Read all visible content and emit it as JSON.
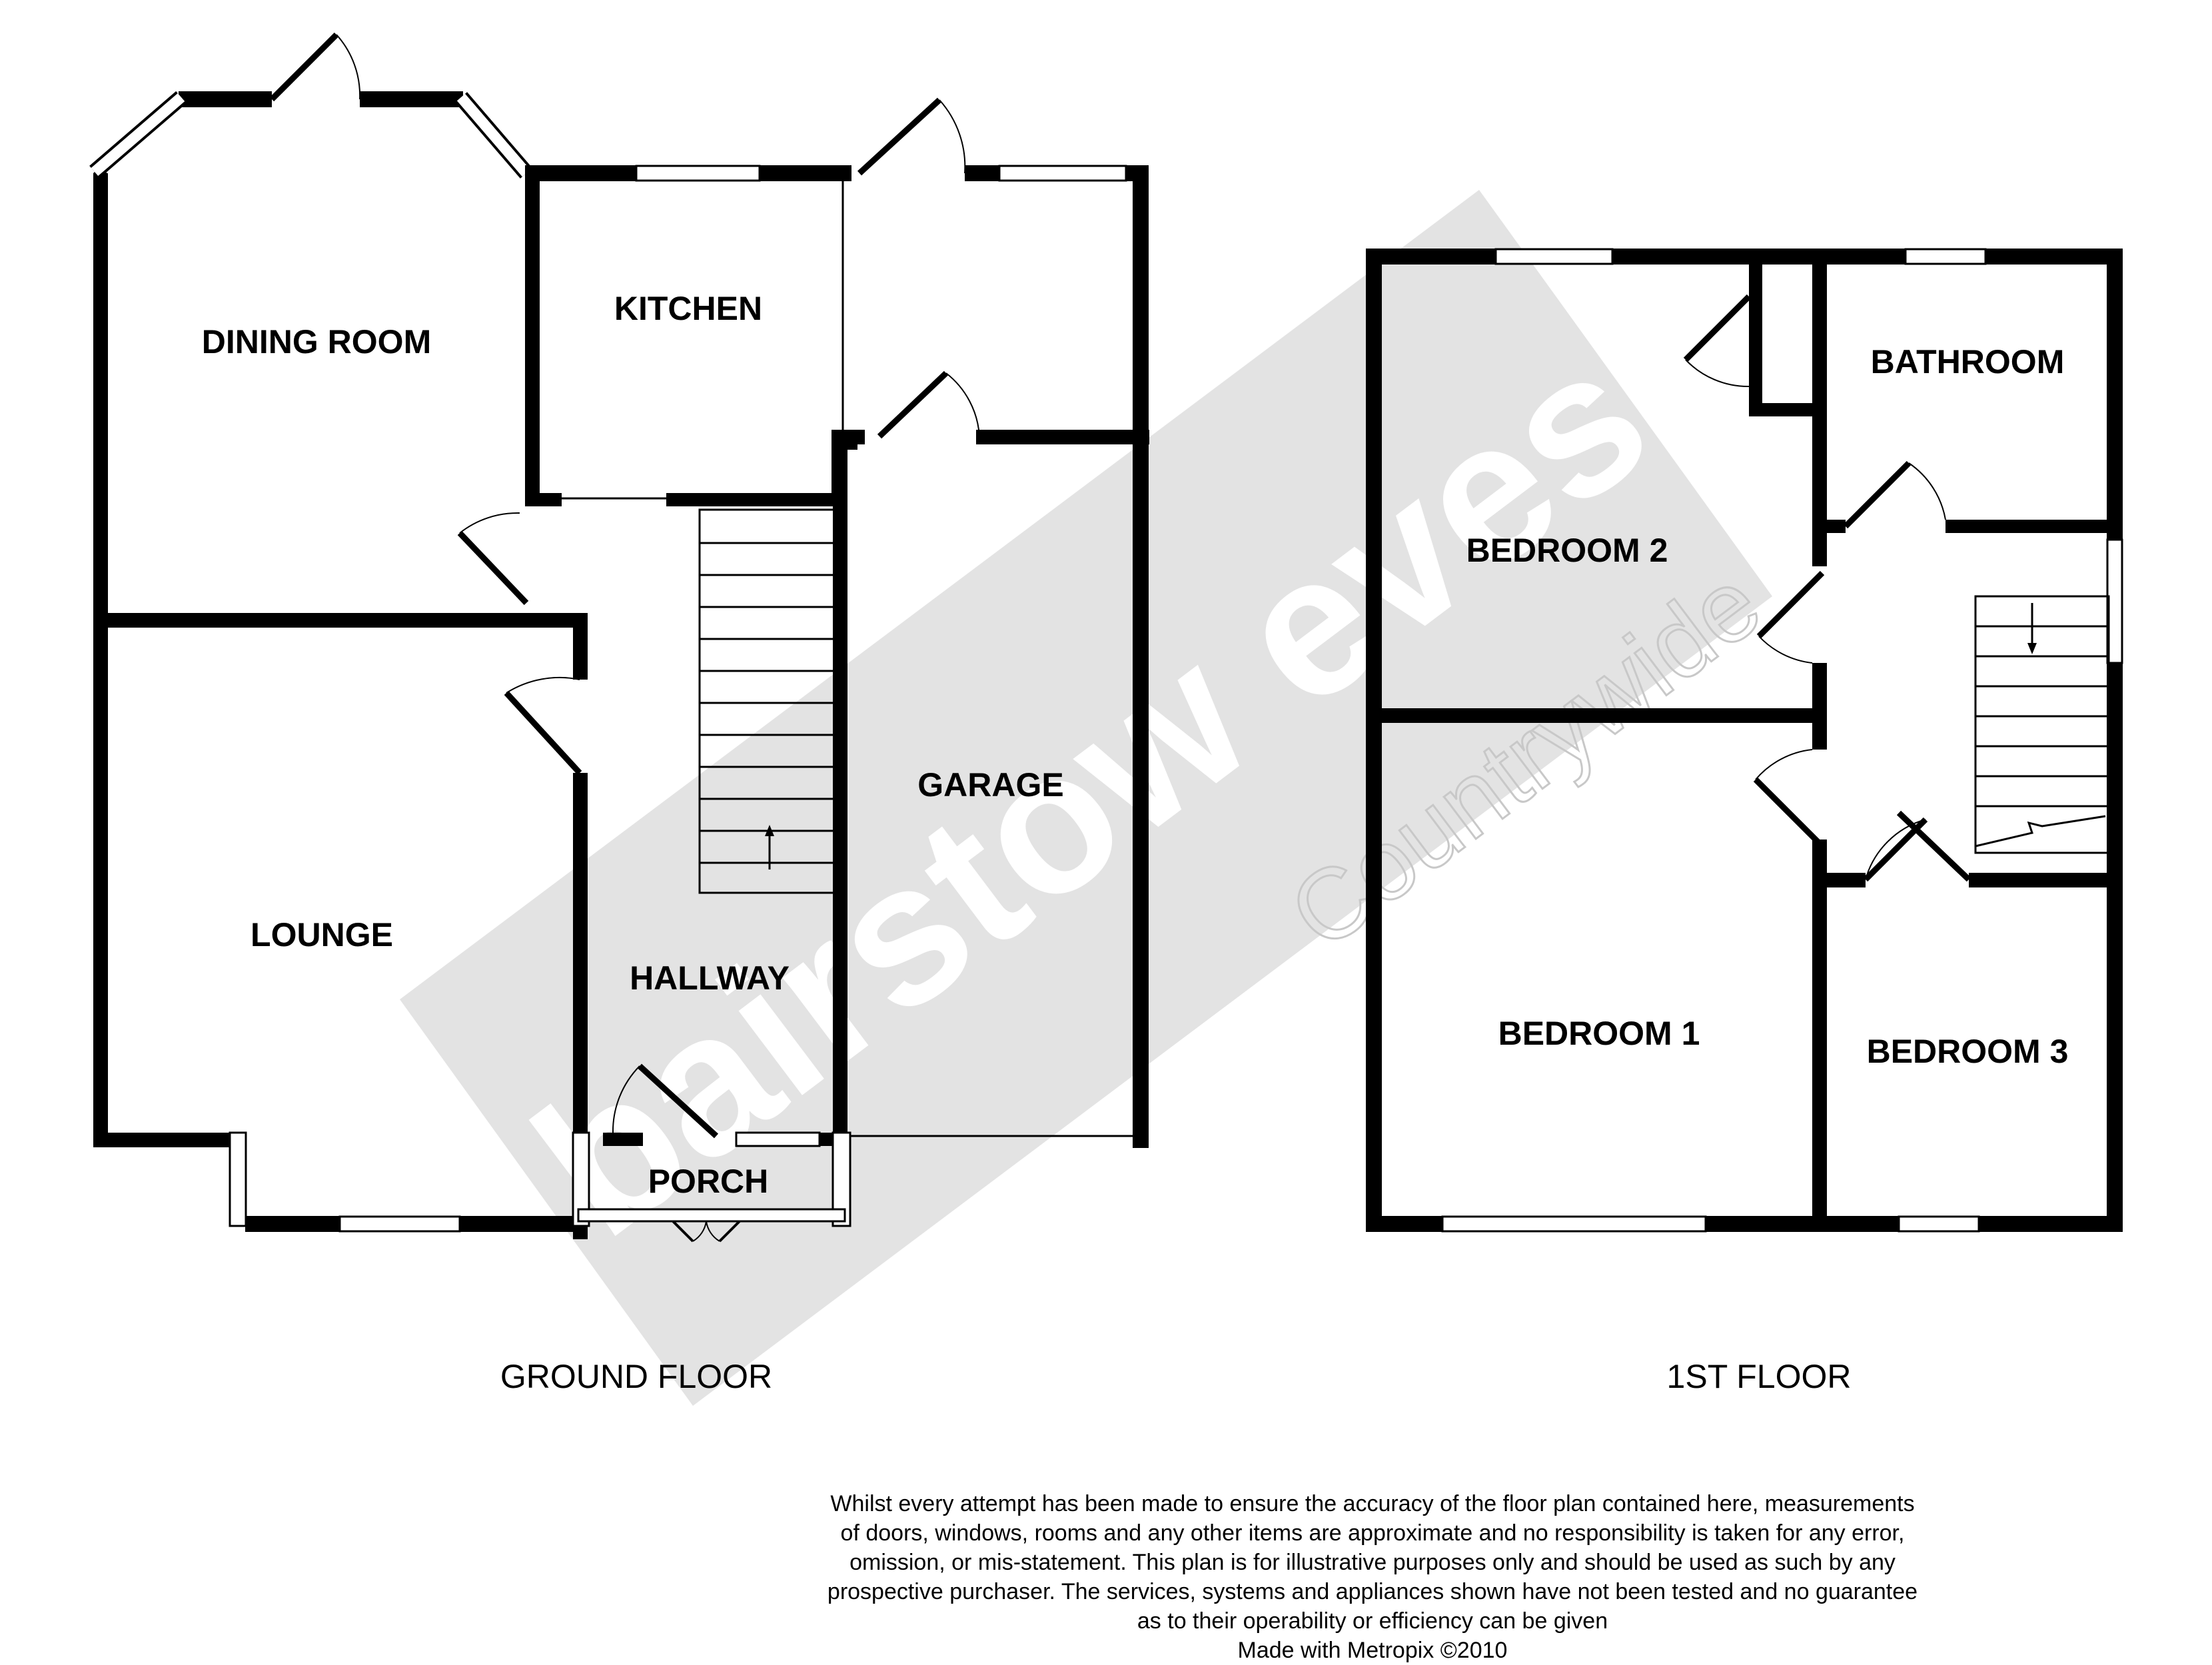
{
  "watermark": {
    "brand": "bairstow eves",
    "sub": "Countrywide"
  },
  "floors": {
    "ground": "GROUND FLOOR",
    "first": "1ST FLOOR"
  },
  "rooms": {
    "dining_room": "DINING ROOM",
    "kitchen": "KITCHEN",
    "lounge": "LOUNGE",
    "hallway": "HALLWAY",
    "garage": "GARAGE",
    "porch": "PORCH",
    "bedroom2": "BEDROOM 2",
    "bathroom": "BATHROOM",
    "bedroom1": "BEDROOM 1",
    "bedroom3": "BEDROOM 3"
  },
  "disclaimer": [
    "Whilst every attempt has been made to ensure the accuracy of the floor plan contained here, measurements",
    "of doors, windows, rooms and any other items are approximate and no responsibility is taken for any error,",
    "omission, or mis-statement. This plan is for illustrative purposes only and should be used as such by any",
    "prospective purchaser. The services, systems and appliances shown have not been tested and no guarantee",
    "as to their operability or efficiency can be given",
    "Made with Metropix ©2010"
  ]
}
